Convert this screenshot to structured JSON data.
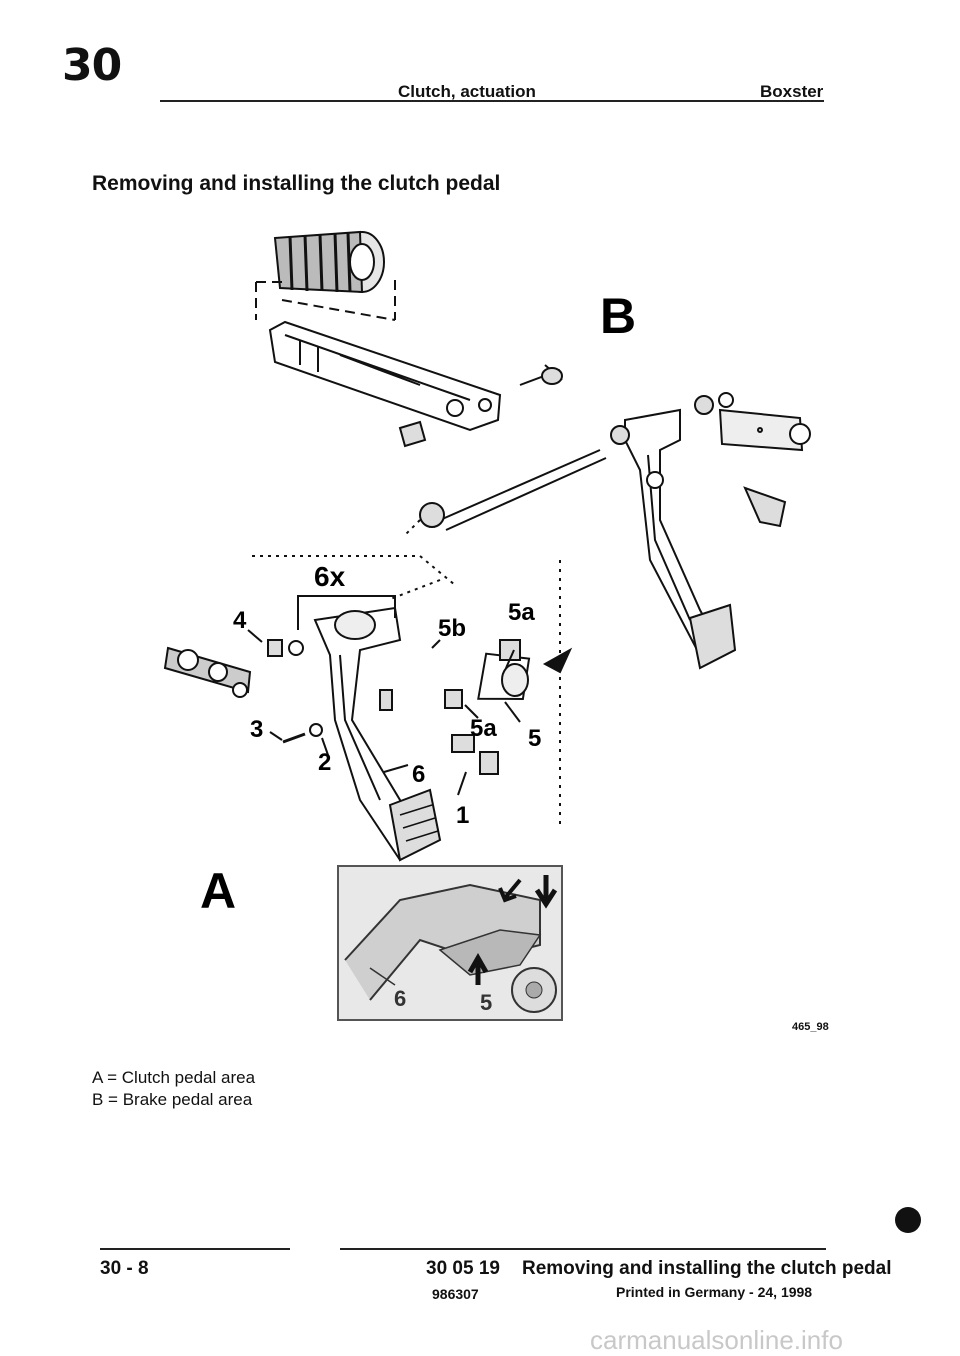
{
  "header": {
    "chapter": "30",
    "section": "Clutch, actuation",
    "model": "Boxster"
  },
  "page_title": "Removing and installing the clutch pedal",
  "figure": {
    "area_a_label": "A",
    "area_b_label": "B",
    "callouts": {
      "six_x": "6x",
      "c4": "4",
      "c5b": "5b",
      "c5a_top": "5a",
      "c5a_mid": "5a",
      "c5": "5",
      "c3": "3",
      "c2": "2",
      "c6": "6",
      "c1": "1",
      "inset_6": "6",
      "inset_5": "5"
    },
    "figure_code": "465_98"
  },
  "legend": {
    "line_a": "A = Clutch pedal area",
    "line_b": "B = Brake pedal area"
  },
  "footer": {
    "page_number": "30 - 8",
    "code": "30 05 19",
    "subject": "Removing and installing the clutch pedal",
    "doc_number": "986307",
    "printed": "Printed in Germany - 24, 1998"
  },
  "watermark": "carmanualsonline.info"
}
